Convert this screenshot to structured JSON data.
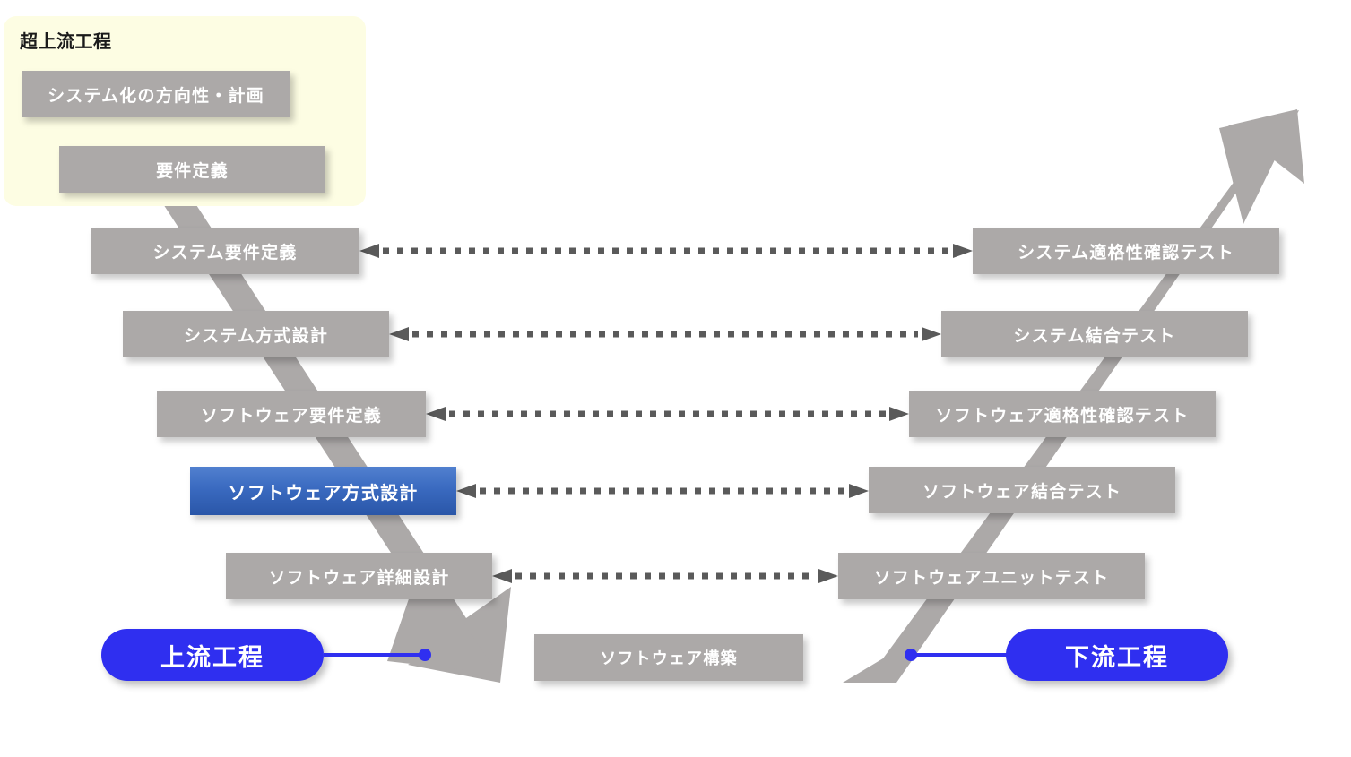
{
  "diagram": {
    "title_panel": {
      "label": "超上流工程",
      "background_color": "#FDFDE3"
    },
    "colors": {
      "box_gray": "#ACA9A8",
      "box_blue_top": "#5180CF",
      "box_blue_bottom": "#2A56A8",
      "pill_blue": "#2F2FF0",
      "arrow_gray": "#ACA9A8",
      "dotted_gray": "#5A5A5A",
      "text_white": "#FFFFFF",
      "title_black": "#1A1A1A",
      "background": "#FFFFFF"
    },
    "left_boxes": [
      {
        "label": "システム化の方向性・計画",
        "style": "gray"
      },
      {
        "label": "要件定義",
        "style": "gray"
      },
      {
        "label": "システム要件定義",
        "style": "gray"
      },
      {
        "label": "システム方式設計",
        "style": "gray"
      },
      {
        "label": "ソフトウェア要件定義",
        "style": "gray"
      },
      {
        "label": "ソフトウェア方式設計",
        "style": "blue"
      },
      {
        "label": "ソフトウェア詳細設計",
        "style": "gray"
      }
    ],
    "right_boxes": [
      {
        "label": "システム適格性確認テスト",
        "style": "gray"
      },
      {
        "label": "システム結合テスト",
        "style": "gray"
      },
      {
        "label": "ソフトウェア適格性確認テスト",
        "style": "gray"
      },
      {
        "label": "ソフトウェア結合テスト",
        "style": "gray"
      },
      {
        "label": "ソフトウェアユニットテスト",
        "style": "gray"
      }
    ],
    "bottom_box": {
      "label": "ソフトウェア構築",
      "style": "gray"
    },
    "pills": [
      {
        "label": "上流工程",
        "side": "left"
      },
      {
        "label": "下流工程",
        "side": "right"
      }
    ],
    "connectors": [
      {
        "from": "システム要件定義",
        "to": "システム適格性確認テスト",
        "style": "dotted-double-arrow"
      },
      {
        "from": "システム方式設計",
        "to": "システム結合テスト",
        "style": "dotted-double-arrow"
      },
      {
        "from": "ソフトウェア要件定義",
        "to": "ソフトウェア適格性確認テスト",
        "style": "dotted-double-arrow"
      },
      {
        "from": "ソフトウェア方式設計",
        "to": "ソフトウェア結合テスト",
        "style": "dotted-double-arrow"
      },
      {
        "from": "ソフトウェア詳細設計",
        "to": "ソフトウェアユニットテスト",
        "style": "dotted-double-arrow"
      }
    ]
  }
}
